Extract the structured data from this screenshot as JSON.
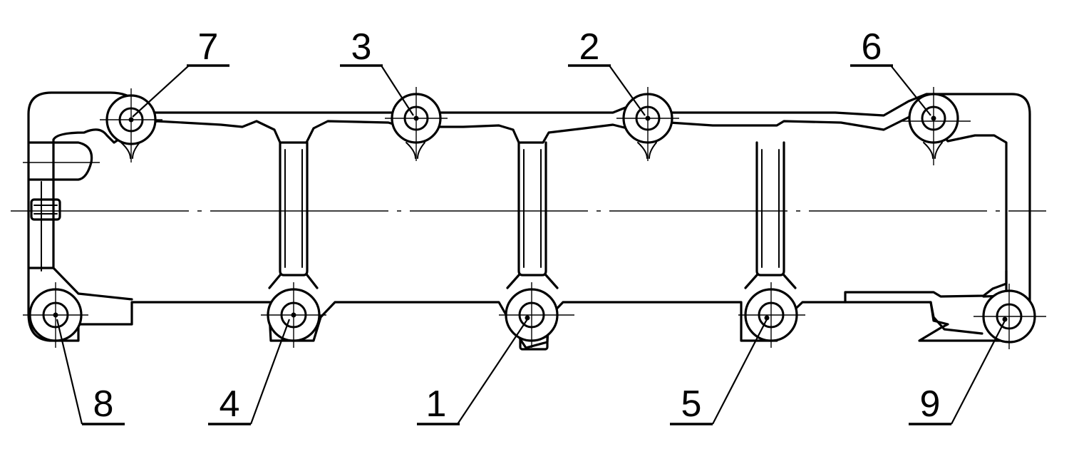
{
  "diagram": {
    "bolts": [
      {
        "label": "7",
        "position": "top-left"
      },
      {
        "label": "3",
        "position": "top-center-left"
      },
      {
        "label": "2",
        "position": "top-center-right"
      },
      {
        "label": "6",
        "position": "top-right"
      },
      {
        "label": "8",
        "position": "bottom-left"
      },
      {
        "label": "4",
        "position": "bottom-center-left"
      },
      {
        "label": "1",
        "position": "bottom-center"
      },
      {
        "label": "5",
        "position": "bottom-center-right"
      },
      {
        "label": "9",
        "position": "bottom-right"
      }
    ]
  }
}
